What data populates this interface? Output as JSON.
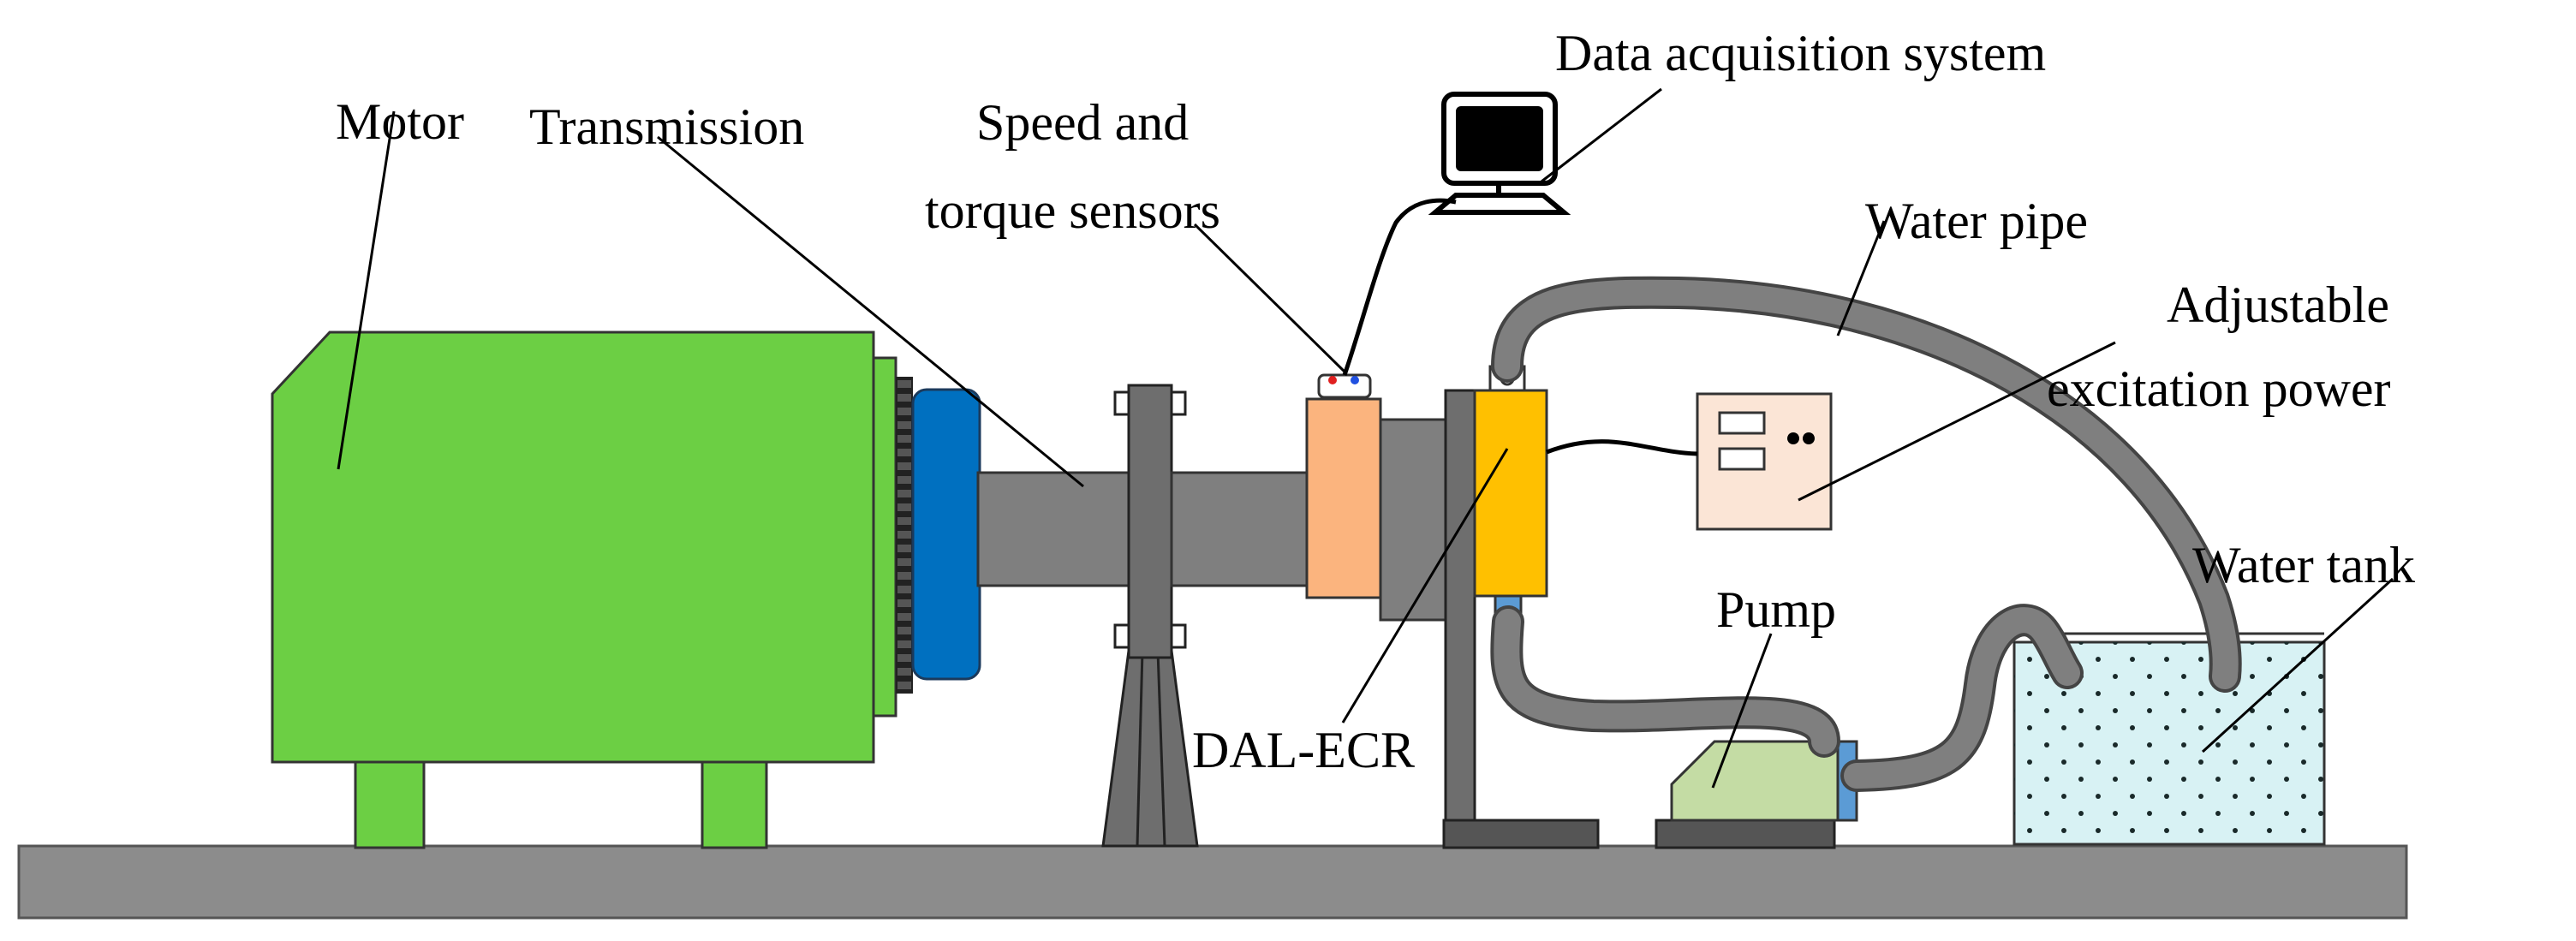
{
  "labels": {
    "motor": "Motor",
    "transmission": "Transmission",
    "sensors_line1": "Speed and",
    "sensors_line2": "torque sensors",
    "daq": "Data acquisition system",
    "water_pipe": "Water pipe",
    "power_line1": "Adjustable",
    "power_line2": "excitation power",
    "water_tank": "Water tank",
    "pump": "Pump",
    "dal_ecr": "DAL-ECR"
  },
  "colors": {
    "motor": "#6ccf44",
    "coupling": "#0070c0",
    "shaft": "#7f7f7f",
    "sensor": "#fbb47e",
    "retarder": "#ffc000",
    "pump": "#c4dca4",
    "tank_water": "#d8f2f4",
    "pipe": "#7f7f7f",
    "base": "#8c8c8c",
    "power_box": "#fbe5d6"
  }
}
